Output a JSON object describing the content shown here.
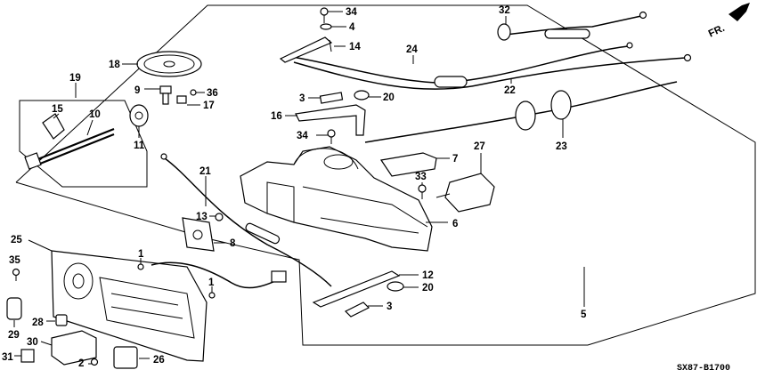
{
  "diagram_code": "SX87-B1700",
  "direction_label": "FR.",
  "callouts": [
    {
      "id": "c34a",
      "text": "34"
    },
    {
      "id": "c4",
      "text": "4"
    },
    {
      "id": "c14",
      "text": "14"
    },
    {
      "id": "c32",
      "text": "32"
    },
    {
      "id": "c24",
      "text": "24"
    },
    {
      "id": "c22",
      "text": "22"
    },
    {
      "id": "c18",
      "text": "18"
    },
    {
      "id": "c19",
      "text": "19"
    },
    {
      "id": "c9",
      "text": "9"
    },
    {
      "id": "c36",
      "text": "36"
    },
    {
      "id": "c17",
      "text": "17"
    },
    {
      "id": "c15",
      "text": "15"
    },
    {
      "id": "c10",
      "text": "10"
    },
    {
      "id": "c11",
      "text": "11"
    },
    {
      "id": "c3a",
      "text": "3"
    },
    {
      "id": "c20a",
      "text": "20"
    },
    {
      "id": "c16",
      "text": "16"
    },
    {
      "id": "c34b",
      "text": "34"
    },
    {
      "id": "c23",
      "text": "23"
    },
    {
      "id": "c7",
      "text": "7"
    },
    {
      "id": "c27",
      "text": "27"
    },
    {
      "id": "c33",
      "text": "33"
    },
    {
      "id": "c21",
      "text": "21"
    },
    {
      "id": "c13",
      "text": "13"
    },
    {
      "id": "c8",
      "text": "8"
    },
    {
      "id": "c6",
      "text": "6"
    },
    {
      "id": "c25",
      "text": "25"
    },
    {
      "id": "c35",
      "text": "35"
    },
    {
      "id": "c1a",
      "text": "1"
    },
    {
      "id": "c1b",
      "text": "1"
    },
    {
      "id": "c12",
      "text": "12"
    },
    {
      "id": "c20b",
      "text": "20"
    },
    {
      "id": "c3b",
      "text": "3"
    },
    {
      "id": "c29",
      "text": "29"
    },
    {
      "id": "c28",
      "text": "28"
    },
    {
      "id": "c30",
      "text": "30"
    },
    {
      "id": "c31",
      "text": "31"
    },
    {
      "id": "c2",
      "text": "2"
    },
    {
      "id": "c26",
      "text": "26"
    },
    {
      "id": "c5",
      "text": "5"
    }
  ]
}
